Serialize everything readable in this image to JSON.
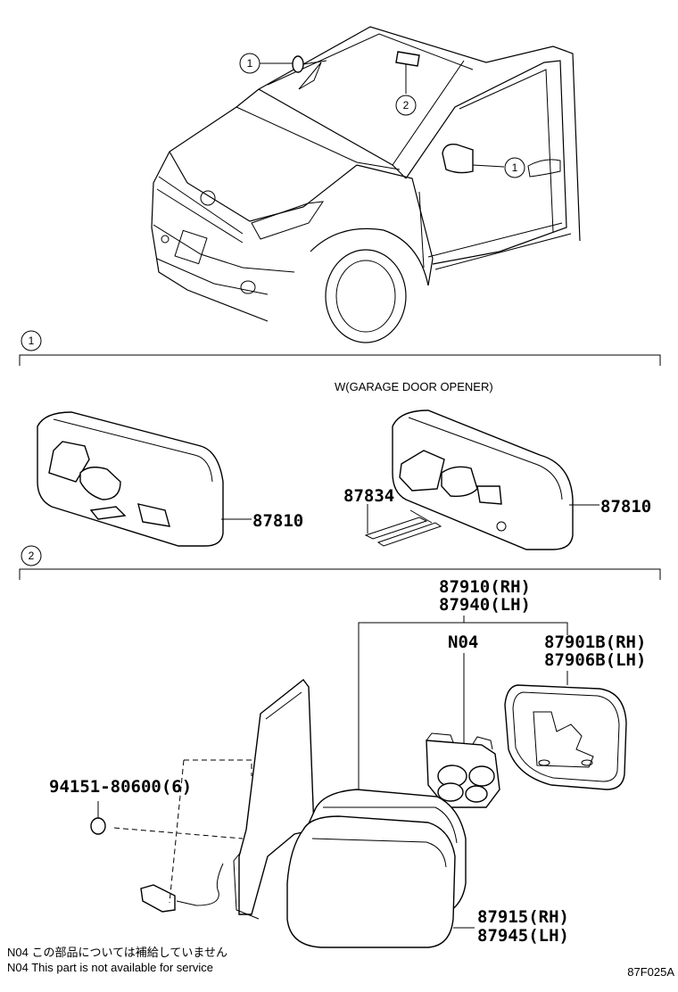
{
  "callouts": {
    "one": "1",
    "two": "2"
  },
  "section1": {
    "marker": "1",
    "variant_label": "W(GARAGE DOOR OPENER)",
    "parts": {
      "mirror_left": "87810",
      "mirror_right": "87810",
      "accessory": "87834"
    }
  },
  "section2": {
    "marker": "2",
    "parts": {
      "outer_mirror_rh": "87910(RH)",
      "outer_mirror_lh": "87940(LH)",
      "n04": "N04",
      "mirror_glass_rh": "87901B(RH)",
      "mirror_glass_lh": "87906B(LH)",
      "screw": "94151-80600(6)",
      "cover_rh": "87915(RH)",
      "cover_lh": "87945(LH)"
    }
  },
  "notes": {
    "japanese": "N04 この部品については補給していません",
    "english": "N04 This part is not available for service"
  },
  "diagram_code": "87F025A"
}
